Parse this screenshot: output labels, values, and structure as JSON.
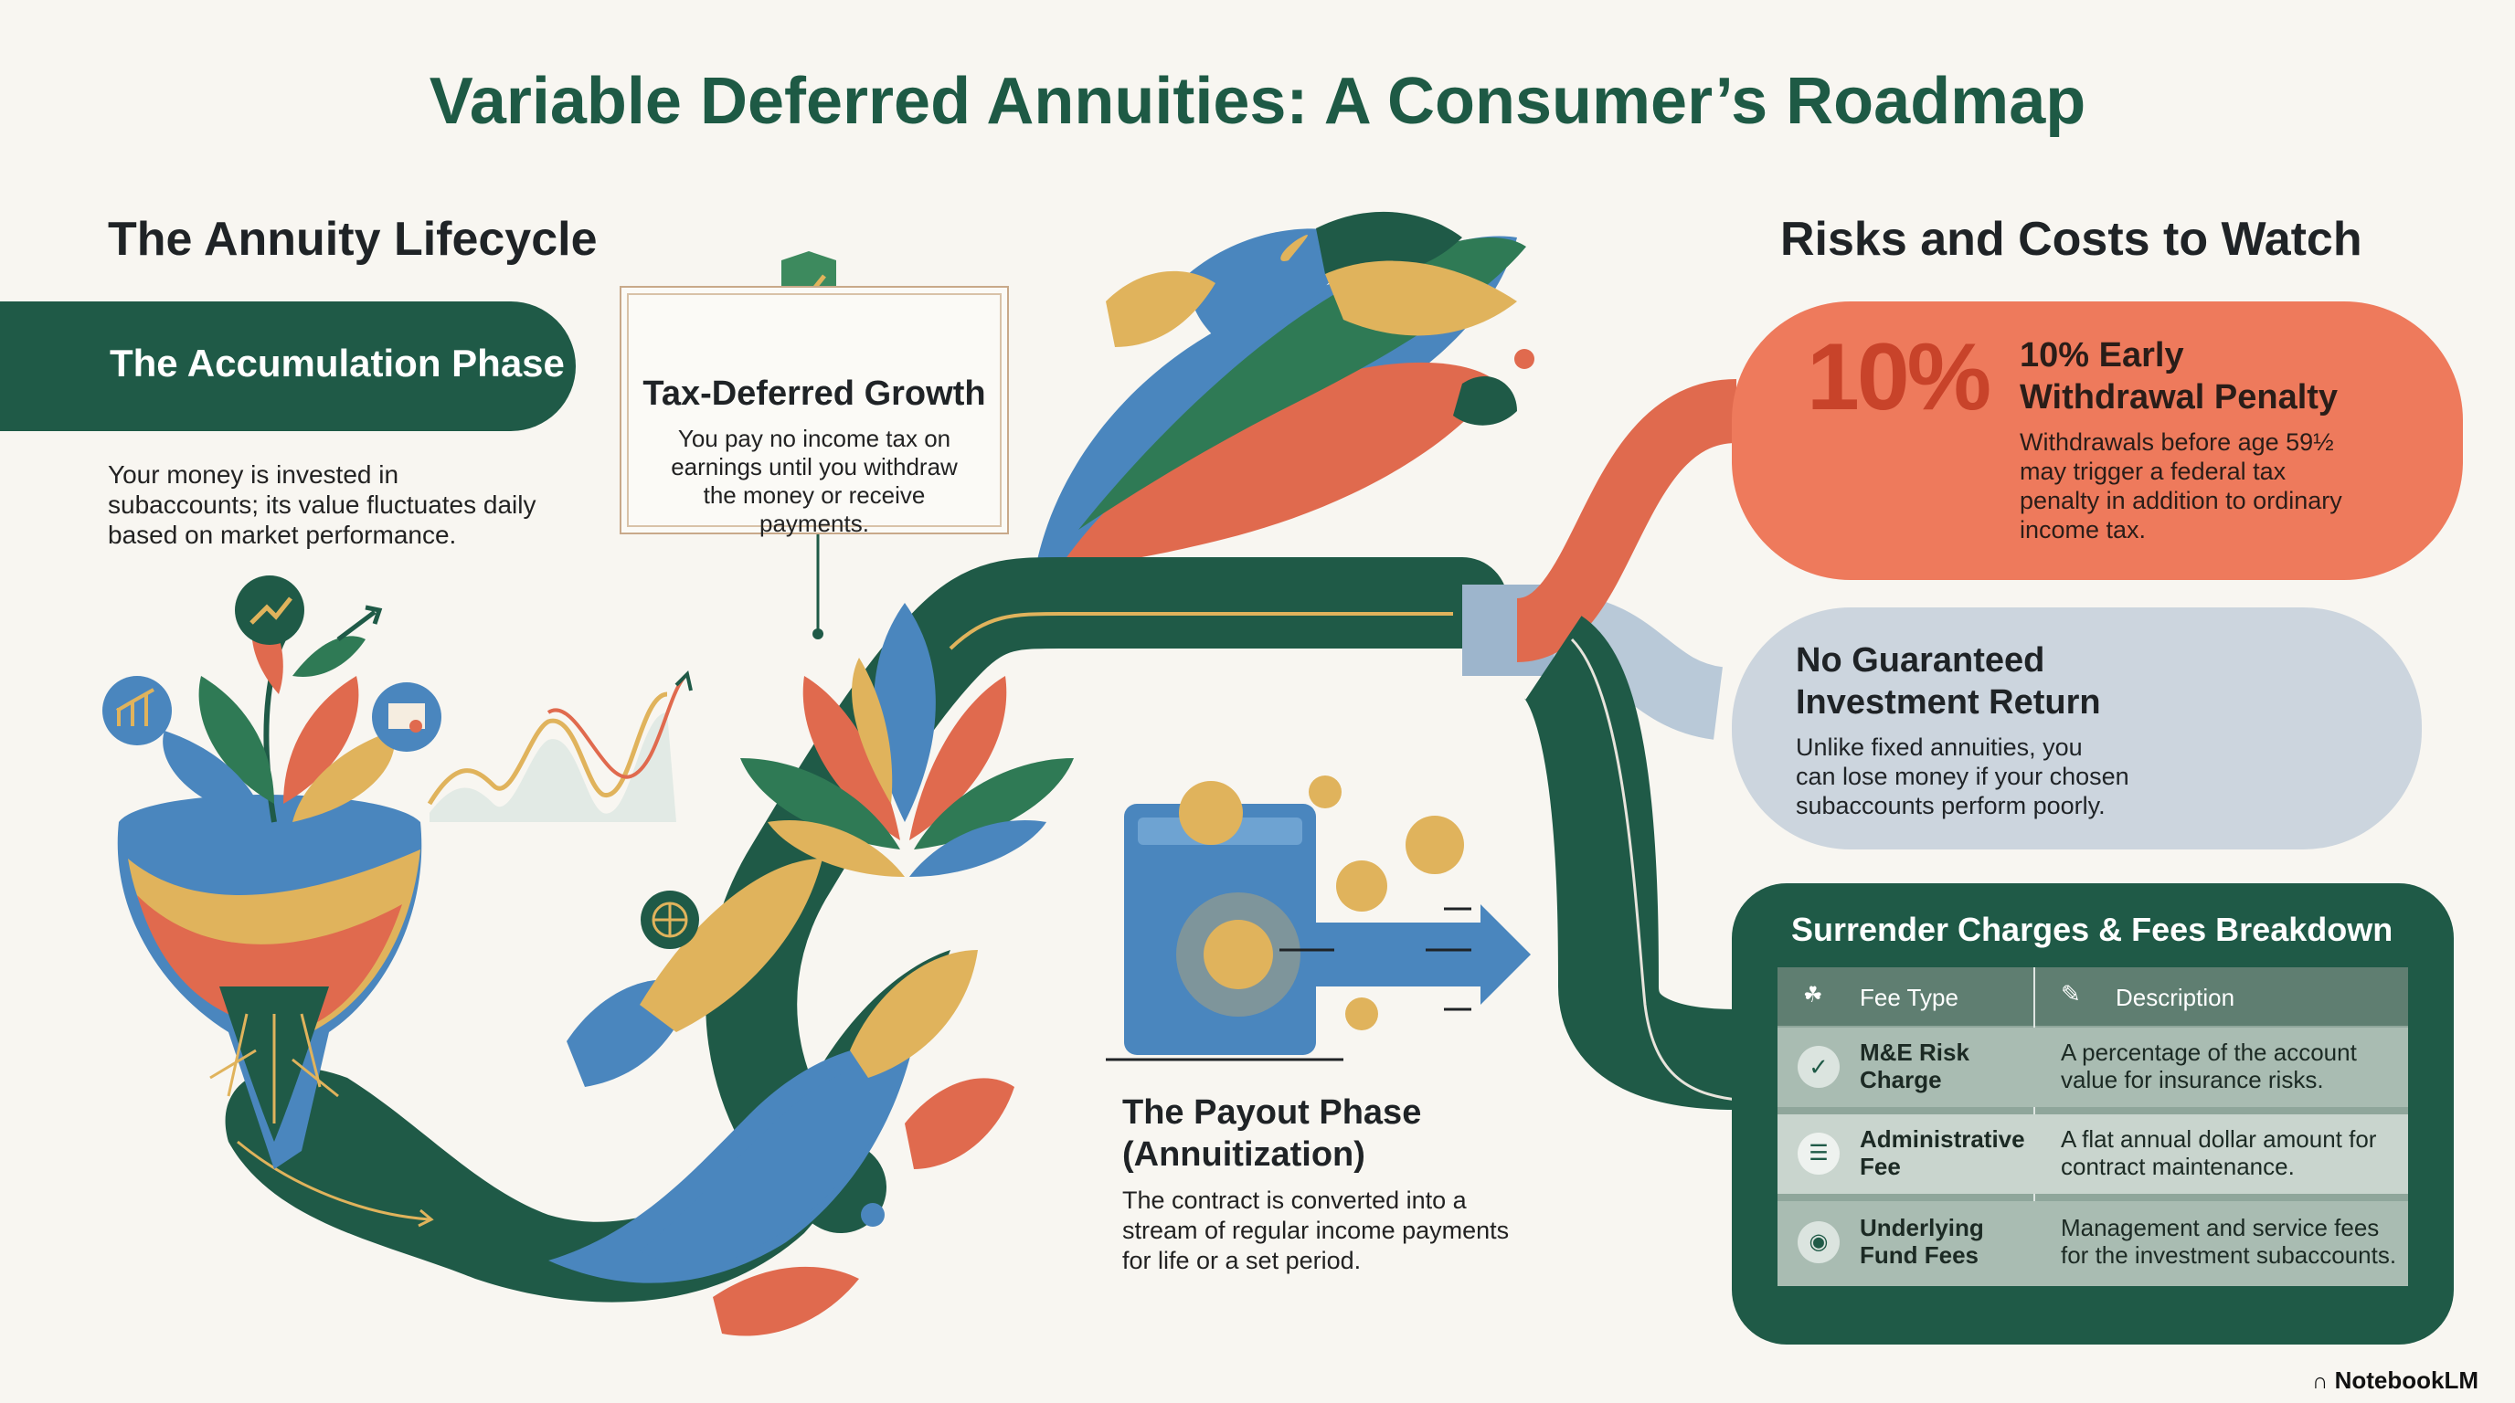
{
  "title": "Variable Deferred Annuities: A Consumer’s Roadmap",
  "lifecycle": {
    "heading": "The Annuity Lifecycle",
    "accumulation_label": "The Accumulation Phase",
    "accumulation_text": [
      "Your money is invested in",
      "subaccounts; its value fluctuates daily",
      "based on market performance."
    ]
  },
  "tax_box": {
    "title": "Tax-Deferred Growth",
    "text": [
      "You pay no income tax on",
      "earnings until you withdraw",
      "the money or receive",
      "payments."
    ]
  },
  "payout": {
    "title": [
      "The Payout Phase",
      "(Annuitization)"
    ],
    "text": [
      "The contract is converted into a",
      "stream of regular income payments",
      "for life or a set period."
    ]
  },
  "risks": {
    "heading": "Risks and Costs to Watch",
    "penalty": {
      "percent": "10%",
      "title": [
        "10% Early",
        "Withdrawal Penalty"
      ],
      "text": [
        "Withdrawals before age 59½",
        "may trigger a federal tax",
        "penalty in addition to ordinary",
        "income tax."
      ]
    },
    "no_guarantee": {
      "title": [
        "No Guaranteed",
        "Investment Return"
      ],
      "text": [
        "Unlike fixed annuities, you",
        "can lose money if your chosen",
        "subaccounts perform poorly."
      ]
    },
    "fees": {
      "title": "Surrender Charges & Fees Breakdown",
      "header": {
        "fee_type": "Fee Type",
        "description": "Description"
      },
      "rows": [
        {
          "fee": [
            "M&E Risk",
            "Charge"
          ],
          "desc": [
            "A percentage of the account",
            "value for insurance risks."
          ]
        },
        {
          "fee": [
            "Administrative",
            "Fee"
          ],
          "desc": [
            "A flat annual dollar amount for",
            "contract maintenance."
          ]
        },
        {
          "fee": [
            "Underlying",
            "Fund Fees"
          ],
          "desc": [
            "Management and service fees",
            "for the investment subaccounts."
          ]
        }
      ]
    }
  },
  "brand": "NotebookLM",
  "colors": {
    "green": "#1f5a47",
    "coral": "#ee7a5c",
    "blue": "#4a86be",
    "gold": "#e0b35c",
    "light_blue": "#ccd5de"
  }
}
